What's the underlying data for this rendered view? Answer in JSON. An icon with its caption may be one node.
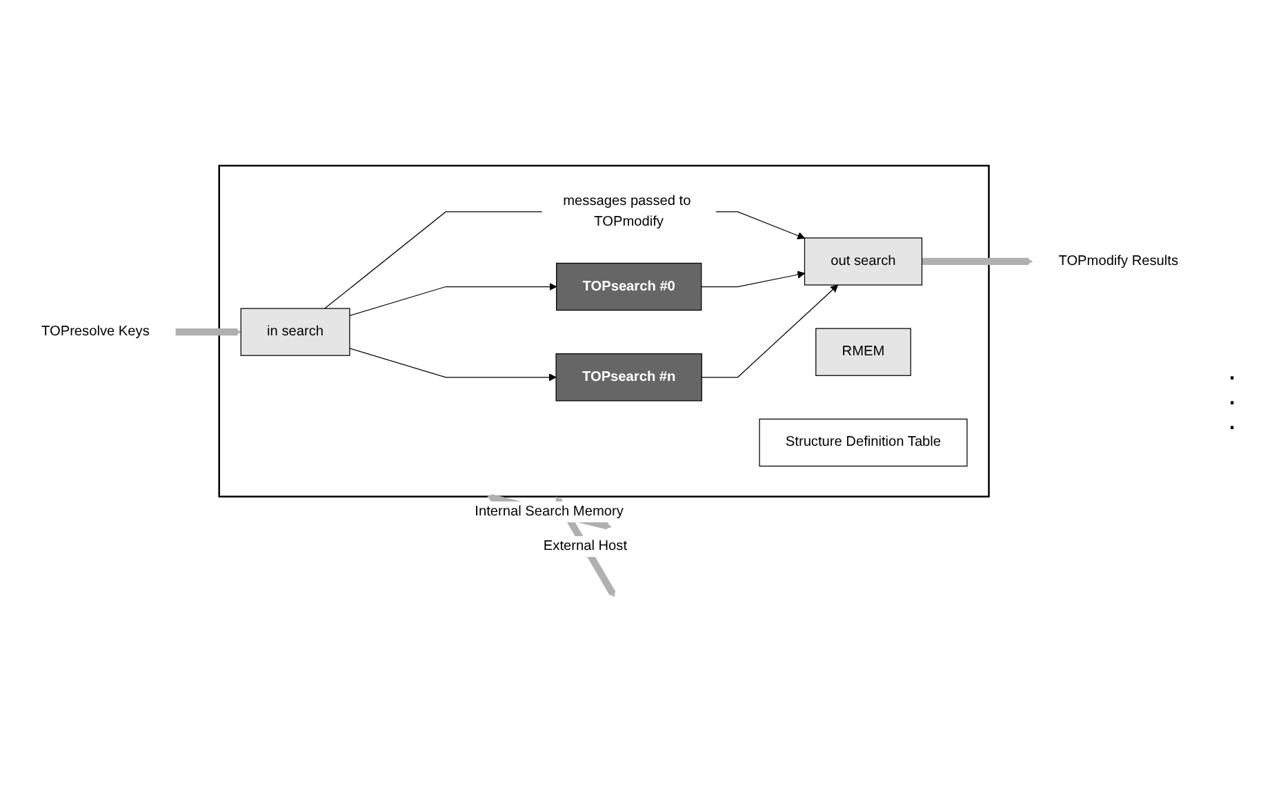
{
  "diagram": {
    "nodes": [
      {
        "text": [],
        "shape": "box"
      },
      {
        "text": [
          "TOPresolve Keys"
        ]
      },
      {
        "text": [
          "in search"
        ],
        "in": 0
      },
      {
        "text": [
          "TOPsearch #0"
        ],
        "in": 0
      },
      {
        "text": [
          "TOPsearch #n"
        ],
        "in": 0
      },
      {
        "text": [
          "out search"
        ],
        "in": 0
      },
      {
        "text": [
          "RMEM"
        ],
        "in": 0
      },
      {
        "text": [
          "Structure Definition Table"
        ],
        "in": 0
      },
      {
        "text": [
          "TOPmodify Results"
        ]
      }
    ],
    "edges": [
      {
        "from": 1,
        "to": 2,
        "arrow": "to",
        "style": "thick",
        "color": "#b0b0b0"
      },
      {
        "from": 2,
        "to": 5,
        "arrow": "to",
        "label": "messages passed to TOPmodify"
      },
      {
        "from": 2,
        "to": 3,
        "arrow": "to"
      },
      {
        "from": 2,
        "to": 4,
        "arrow": "to"
      },
      {
        "from": 3,
        "to": 5,
        "arrow": "to"
      },
      {
        "from": 4,
        "to": 5,
        "arrow": "to"
      },
      {
        "from": 5,
        "to": 8,
        "arrow": "to",
        "style": "thick",
        "color": "#b0b0b0"
      },
      {
        "from": 0,
        "to": null,
        "arrow": "both",
        "style": "thick",
        "color": "#b0b0b0",
        "label": "Internal Search Memory"
      },
      {
        "from": 0,
        "to": null,
        "arrow": "both",
        "style": "thick",
        "color": "#b0b0b0",
        "label": "External Host"
      }
    ],
    "labels": [
      ".",
      ".",
      "."
    ]
  }
}
